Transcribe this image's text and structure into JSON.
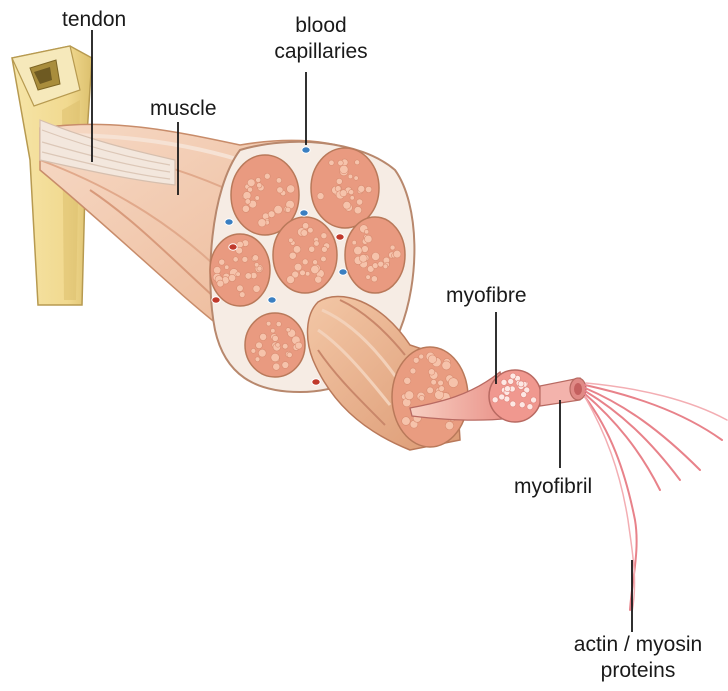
{
  "labels": {
    "tendon": "tendon",
    "muscle": "muscle",
    "blood_capillaries_line1": "blood",
    "blood_capillaries_line2": "capillaries",
    "myofibre": "myofibre",
    "myofibril": "myofibril",
    "proteins_line1": "actin / myosin",
    "proteins_line2": "proteins"
  },
  "colors": {
    "bone": "#f2dc9a",
    "bone_shadow": "#d9bd6a",
    "tendon": "#f1e2d6",
    "muscle": "#efc3a6",
    "muscle_dark": "#d99b7c",
    "fascicle_fill": "#e99a80",
    "fibre_fill": "#f4c1a8",
    "sheath": "#f7ece4",
    "capillary_blue": "#3a7fc1",
    "capillary_red": "#c0392b",
    "fibril": "#f0a7a2",
    "filament": "#e8828a",
    "leader_line": "#1a1a1a"
  }
}
